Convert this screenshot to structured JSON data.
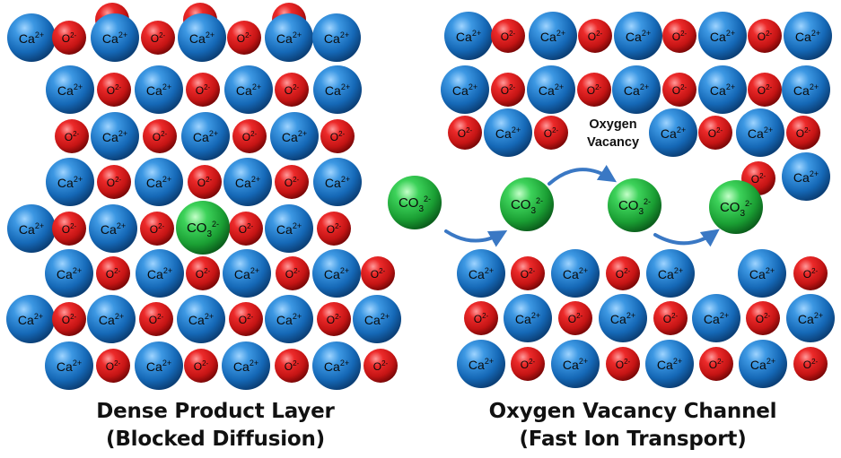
{
  "labels": {
    "calcium": "Ca",
    "calcium_charge": "2+",
    "oxide": "O",
    "oxide_charge": "2-",
    "carbonate_prefix": "CO",
    "carbonate_subscript": "3",
    "carbonate_charge": "2-"
  },
  "vacancy_label": {
    "line1": "Oxygen",
    "line2": "Vacancy"
  },
  "captions": {
    "left": {
      "line1": "Dense Product Layer",
      "line2": "(Blocked Diffusion)"
    },
    "right": {
      "line1": "Oxygen Vacancy Channel",
      "line2": "(Fast Ion Transport)"
    }
  },
  "colors": {
    "calcium": "#1b78c9",
    "oxide": "#d41919",
    "carbonate": "#22a93c",
    "arrow": "#3a78c4",
    "text": "#111111"
  }
}
